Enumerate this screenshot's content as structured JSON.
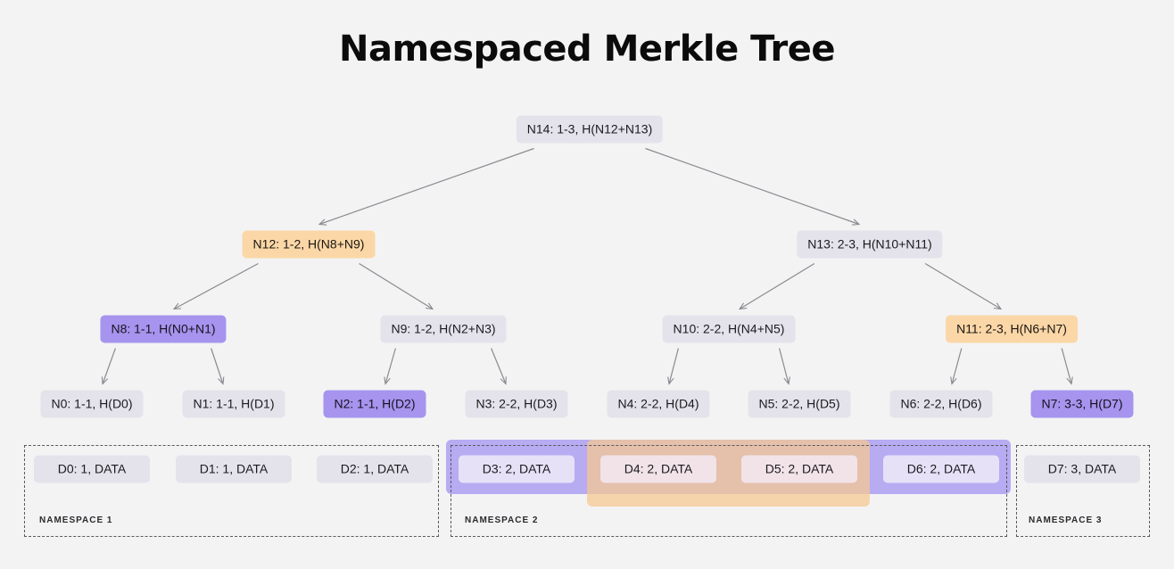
{
  "title": "Namespaced Merkle Tree",
  "colors": {
    "background": "#f3f3f4",
    "node_default": "#e4e3eb",
    "node_purple": "#a694ee",
    "node_orange": "#fbd7a7",
    "highlight_purple": "#9f8ff1",
    "highlight_orange": "#f6c88f",
    "edge": "#8a8a8f"
  },
  "nodes": {
    "n14": {
      "label": "N14: 1-3, H(N12+N13)",
      "style": "grey"
    },
    "n12": {
      "label": "N12: 1-2, H(N8+N9)",
      "style": "orange"
    },
    "n13": {
      "label": "N13: 2-3, H(N10+N11)",
      "style": "grey"
    },
    "n8": {
      "label": "N8: 1-1, H(N0+N1)",
      "style": "purple"
    },
    "n9": {
      "label": "N9: 1-2, H(N2+N3)",
      "style": "grey"
    },
    "n10": {
      "label": "N10: 2-2, H(N4+N5)",
      "style": "grey"
    },
    "n11": {
      "label": "N11: 2-3, H(N6+N7)",
      "style": "orange"
    },
    "n0": {
      "label": "N0: 1-1, H(D0)",
      "style": "grey"
    },
    "n1": {
      "label": "N1: 1-1, H(D1)",
      "style": "grey"
    },
    "n2": {
      "label": "N2: 1-1, H(D2)",
      "style": "purple"
    },
    "n3": {
      "label": "N3: 2-2, H(D3)",
      "style": "grey"
    },
    "n4": {
      "label": "N4: 2-2, H(D4)",
      "style": "grey"
    },
    "n5": {
      "label": "N5: 2-2, H(D5)",
      "style": "grey"
    },
    "n6": {
      "label": "N6: 2-2, H(D6)",
      "style": "grey"
    },
    "n7": {
      "label": "N7: 3-3, H(D7)",
      "style": "purple"
    }
  },
  "data_items": {
    "d0": "D0: 1, DATA",
    "d1": "D1: 1, DATA",
    "d2": "D2: 1, DATA",
    "d3": "D3: 2, DATA",
    "d4": "D4: 2, DATA",
    "d5": "D5: 2, DATA",
    "d6": "D6: 2, DATA",
    "d7": "D7: 3, DATA"
  },
  "namespaces": {
    "ns1": "NAMESPACE 1",
    "ns2": "NAMESPACE 2",
    "ns3": "NAMESPACE 3"
  },
  "edges": [
    [
      "n14",
      "n12"
    ],
    [
      "n14",
      "n13"
    ],
    [
      "n12",
      "n8"
    ],
    [
      "n12",
      "n9"
    ],
    [
      "n13",
      "n10"
    ],
    [
      "n13",
      "n11"
    ],
    [
      "n8",
      "n0"
    ],
    [
      "n8",
      "n1"
    ],
    [
      "n9",
      "n2"
    ],
    [
      "n9",
      "n3"
    ],
    [
      "n10",
      "n4"
    ],
    [
      "n10",
      "n5"
    ],
    [
      "n11",
      "n6"
    ],
    [
      "n11",
      "n7"
    ]
  ]
}
